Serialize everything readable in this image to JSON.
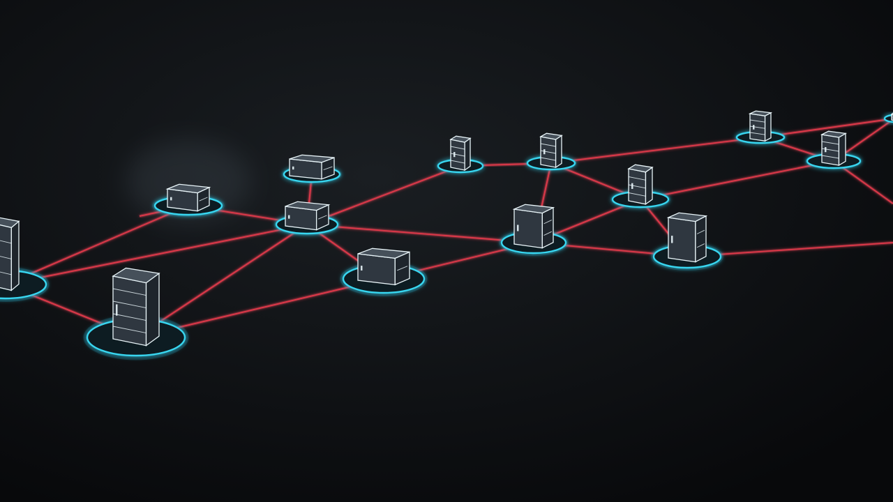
{
  "scene": {
    "subject": "network-of-servers",
    "colors": {
      "background_center": "#1a1e22",
      "background_edge": "#08090b",
      "link": "#e0384a",
      "link_glow": "#ff5a6a",
      "ring": "#38d6f0",
      "ring_glow": "#1fb4d8",
      "server_face": "#2f3740",
      "server_side": "#1e252c",
      "server_top": "#46505a",
      "server_edge": "#e8f4f8"
    },
    "node_count": 17,
    "link_count": 26
  }
}
